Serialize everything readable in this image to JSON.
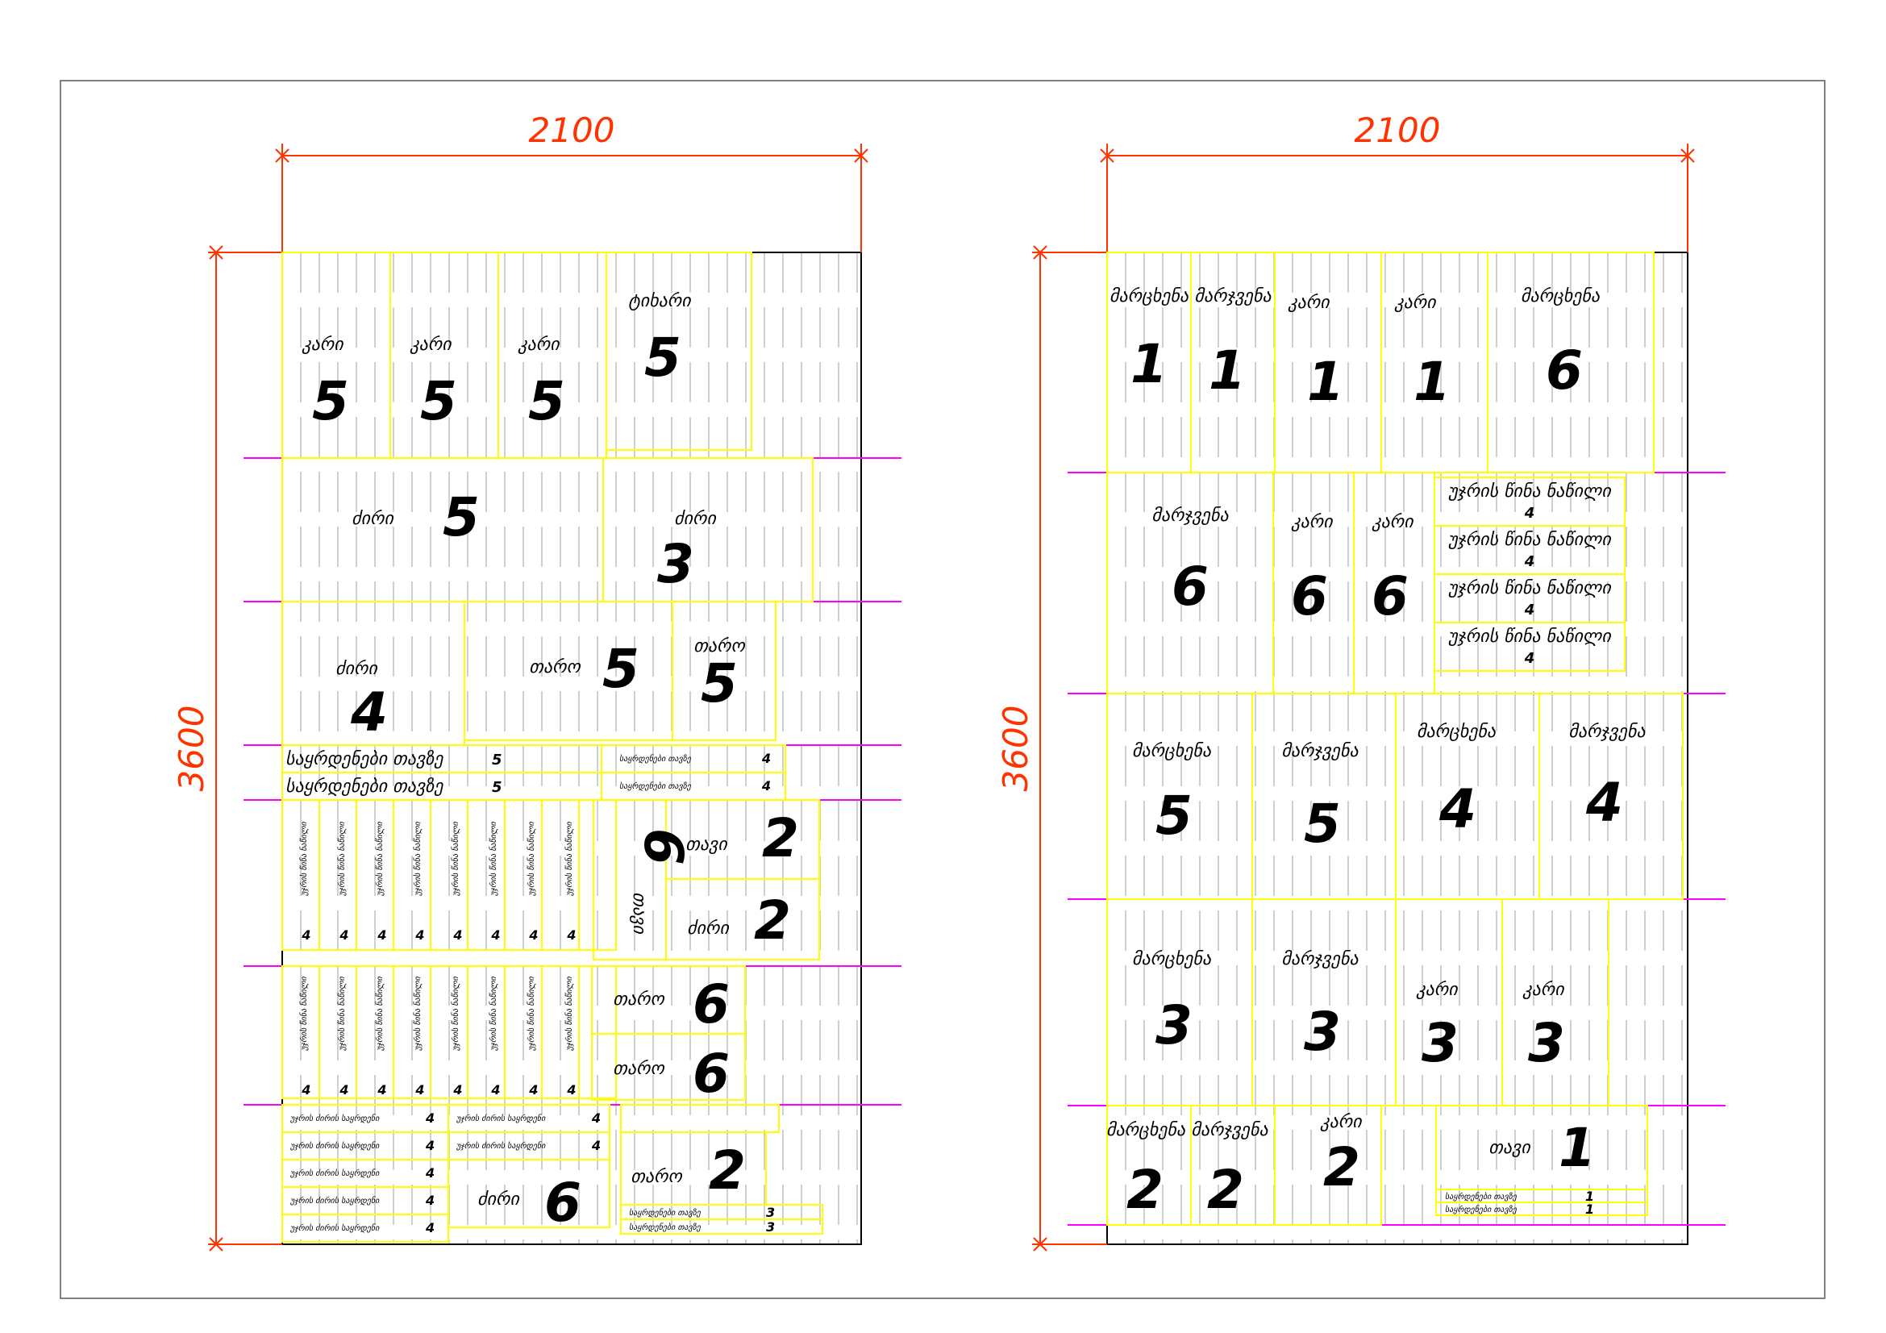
{
  "colors": {
    "frame": "#808080",
    "sheet_outline": "#000000",
    "part_outline": "#ffff00",
    "strip_line": "#ff00ff",
    "dimension": "#ff3300",
    "grain": "#c0c0c0"
  },
  "sheets": [
    {
      "width_label": "2100",
      "height_label": "3600",
      "parts": [
        {
          "label": "კარი",
          "qty": "5"
        },
        {
          "label": "კარი",
          "qty": "5"
        },
        {
          "label": "კარი",
          "qty": "5"
        },
        {
          "label": "ტიხარი",
          "qty": "5"
        },
        {
          "label": "ძირი",
          "qty": "5"
        },
        {
          "label": "ძირი",
          "qty": "3"
        },
        {
          "label": "ძირი",
          "qty": "4"
        },
        {
          "label": "თარო",
          "qty": "5"
        },
        {
          "label": "თარო",
          "qty": "5"
        },
        {
          "label": "საყრდენები თავზე",
          "qty": "5"
        },
        {
          "label": "საყრდენები თავზე",
          "qty": "5"
        },
        {
          "label": "საყრდენები თავზე",
          "qty": "4"
        },
        {
          "label": "საყრდენები თავზე",
          "qty": "4"
        },
        {
          "label": "უჯრის წინა ნაწილი",
          "qty": "4"
        },
        {
          "label": "თავი",
          "qty": "6"
        },
        {
          "label": "თავი",
          "qty": "2"
        },
        {
          "label": "ძირი",
          "qty": "2"
        },
        {
          "label": "თარო",
          "qty": "6"
        },
        {
          "label": "თარო",
          "qty": "6"
        },
        {
          "label": "უჯრის ძირის საყრდენი",
          "qty": "4"
        },
        {
          "label": "ძირი",
          "qty": "6"
        },
        {
          "label": "თარო",
          "qty": "2"
        },
        {
          "label": "საყრდენები თავზე",
          "qty": "3"
        },
        {
          "label": "საყრდენები თავზე",
          "qty": "3"
        }
      ]
    },
    {
      "width_label": "2100",
      "height_label": "3600",
      "parts": [
        {
          "label": "მარცხენა",
          "qty": "1"
        },
        {
          "label": "მარჯვენა",
          "qty": "1"
        },
        {
          "label": "კარი",
          "qty": "1"
        },
        {
          "label": "კარი",
          "qty": "1"
        },
        {
          "label": "მარცხენა",
          "qty": "6"
        },
        {
          "label": "მარჯვენა",
          "qty": "6"
        },
        {
          "label": "კარი",
          "qty": "6"
        },
        {
          "label": "კარი",
          "qty": "6"
        },
        {
          "label": "უჯრის წინა ნაწილი",
          "qty": "4"
        },
        {
          "label": "უჯრის წინა ნაწილი",
          "qty": "4"
        },
        {
          "label": "უჯრის წინა ნაწილი",
          "qty": "4"
        },
        {
          "label": "უჯრის წინა ნაწილი",
          "qty": "4"
        },
        {
          "label": "მარცხენა",
          "qty": "5"
        },
        {
          "label": "მარჯვენა",
          "qty": "5"
        },
        {
          "label": "მარცხენა",
          "qty": "4"
        },
        {
          "label": "მარჯვენა",
          "qty": "4"
        },
        {
          "label": "მარცხენა",
          "qty": "3"
        },
        {
          "label": "მარჯვენა",
          "qty": "3"
        },
        {
          "label": "კარი",
          "qty": "3"
        },
        {
          "label": "კარი",
          "qty": "3"
        },
        {
          "label": "მარცხენა",
          "qty": "2"
        },
        {
          "label": "მარჯვენა",
          "qty": "2"
        },
        {
          "label": "კარი",
          "qty": "2"
        },
        {
          "label": "თავი",
          "qty": "1"
        },
        {
          "label": "საყრდენები თავზე",
          "qty": "1"
        },
        {
          "label": "საყრდენები თავზე",
          "qty": "1"
        }
      ]
    }
  ]
}
